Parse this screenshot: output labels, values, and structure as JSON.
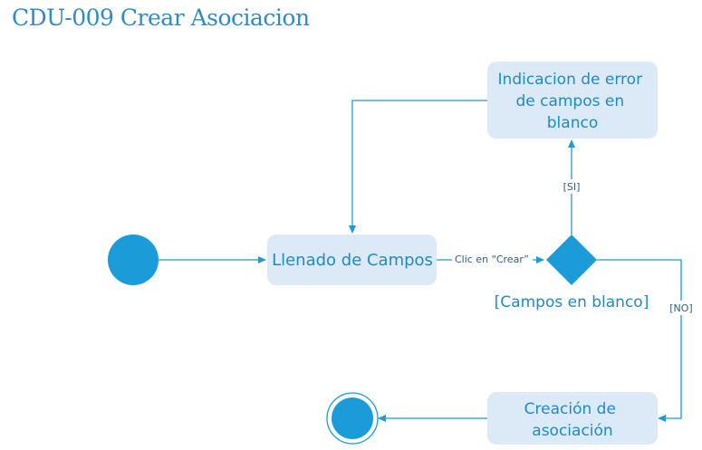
{
  "title": "CDU-009 Crear Asociacion",
  "colors": {
    "title": "#2E8BC7",
    "edge": "#1B9BD7",
    "node_fill": "#DCE9F7",
    "node_text": "#1F8BC4",
    "start_fill": "#1B9BD7",
    "decision_fill": "#1B9BD7",
    "edge_label": "#2B5F80"
  },
  "nodes": {
    "error_indication": {
      "lines": [
        "Indicacion de error",
        "de campos en",
        "blanco"
      ]
    },
    "fill_fields": {
      "label": "Llenado de Campos"
    },
    "decision": {
      "label": "[Campos en blanco]"
    },
    "create_association": {
      "lines": [
        "Creación de",
        "asociación"
      ]
    }
  },
  "edges": {
    "click_create": "Clic en  “Crear”",
    "yes": "[SI]",
    "no": "[NO]"
  }
}
